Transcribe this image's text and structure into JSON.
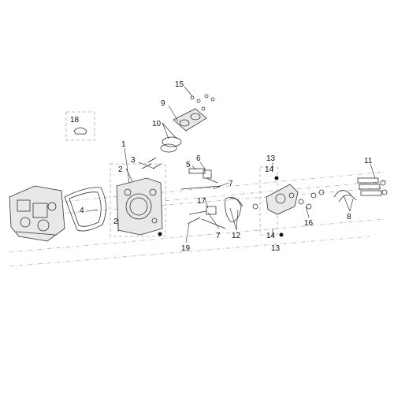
{
  "diagram": {
    "type": "exploded-parts-view",
    "callouts": [
      "1",
      "2",
      "2",
      "3",
      "4",
      "5",
      "6",
      "7",
      "7",
      "8",
      "9",
      "10",
      "11",
      "12",
      "13",
      "13",
      "14",
      "14",
      "15",
      "16",
      "17",
      "18",
      "19"
    ]
  }
}
